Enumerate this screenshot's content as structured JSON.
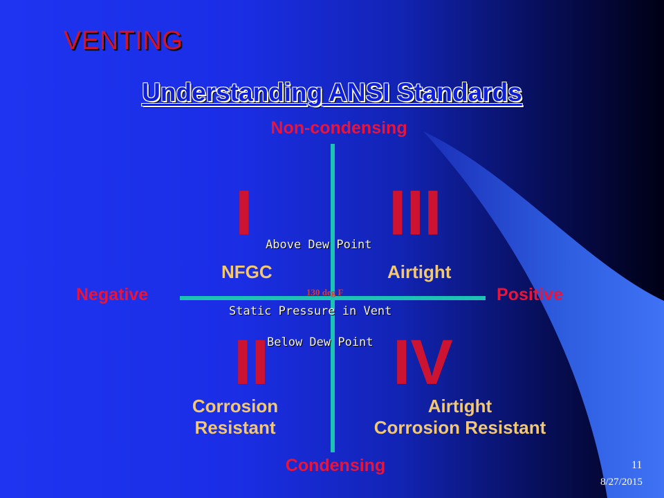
{
  "slide": {
    "heading": "VENTING",
    "subtitle": "Understanding ANSI Standards",
    "axis": {
      "top": "Non-condensing",
      "bottom": "Condensing",
      "left": "Negative",
      "right": "Positive",
      "center_label": "Static Pressure in Vent",
      "upper_note": "Above Dew Point",
      "lower_note": "Below Dew Point",
      "center_small": "130 deg F"
    },
    "quadrants": {
      "q1": {
        "numeral": "I",
        "line1": "NFGC",
        "line2": ""
      },
      "q2": {
        "numeral": "II",
        "line1": "Corrosion",
        "line2": "Resistant"
      },
      "q3": {
        "numeral": "III",
        "line1": "Airtight",
        "line2": ""
      },
      "q4": {
        "numeral": "IV",
        "line1": "Airtight",
        "line2": "Corrosion Resistant"
      }
    },
    "footer": {
      "page_number": "11",
      "date": "8/27/2015"
    },
    "colors": {
      "background": "#1b2ee6",
      "accent_red": "#e8143c",
      "axis_teal": "#1ec2b4",
      "quadrant_text": "#f2c872",
      "swoosh": "#3a6cf2"
    }
  }
}
